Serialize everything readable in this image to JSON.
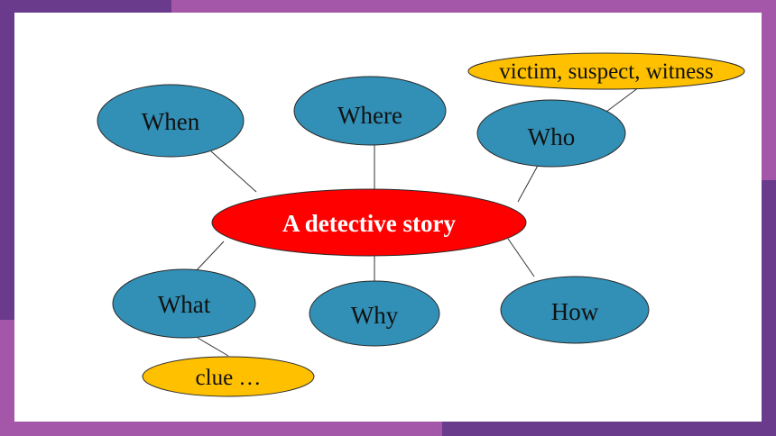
{
  "diagram": {
    "center": {
      "label": "A detective story",
      "fill": "#ff0000",
      "text_color": "#ffffff"
    },
    "nodes": [
      {
        "id": "when",
        "label": "When"
      },
      {
        "id": "where",
        "label": "Where"
      },
      {
        "id": "who",
        "label": "Who"
      },
      {
        "id": "what",
        "label": "What"
      },
      {
        "id": "why",
        "label": "Why"
      },
      {
        "id": "how",
        "label": "How"
      }
    ],
    "notes": [
      {
        "id": "who-note",
        "label": "victim, suspect, witness",
        "attached_to": "who"
      },
      {
        "id": "what-note",
        "label": "clue …",
        "attached_to": "what"
      }
    ],
    "colors": {
      "node_fill": "#3290b6",
      "note_fill": "#ffc000",
      "frame_purple_dark": "#6a3a8c",
      "frame_purple_light": "#a457a8"
    }
  }
}
